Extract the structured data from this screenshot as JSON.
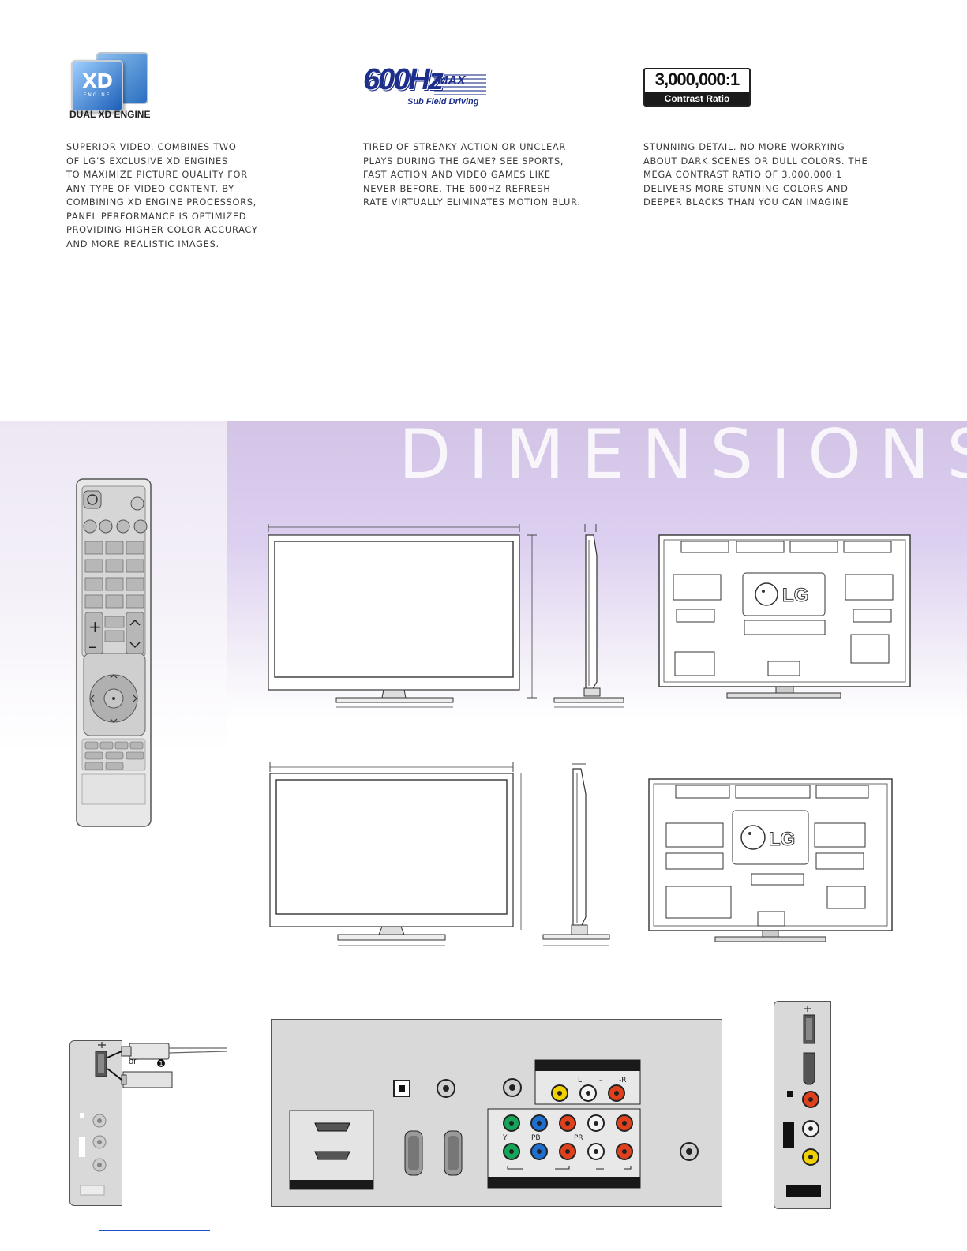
{
  "features": [
    {
      "logo_caption": "DUAL XD ENGINE",
      "logo_text": "XD",
      "logo_subtext": "ENGINE",
      "description": "SUPERIOR VIDEO. COMBINES TWO\nOF LG’S EXCLUSIVE XD ENGINES\nTO MAXIMIZE PICTURE QUALITY FOR\nANY TYPE OF VIDEO CONTENT. BY\nCOMBINING XD ENGINE PROCESSORS,\nPANEL PERFORMANCE IS OPTIMIZED\nPROVIDING HIGHER COLOR ACCURACY\nAND MORE REALISTIC IMAGES."
    },
    {
      "logo_main": "600Hz",
      "logo_max": "MAX",
      "logo_sub": "Sub Field Driving",
      "description": "TIRED OF STREAKY ACTION OR UNCLEAR\nPLAYS DURING THE GAME? SEE SPORTS,\nFAST ACTION AND VIDEO GAMES LIKE\nNEVER BEFORE. THE 600HZ REFRESH\nRATE VIRTUALLY ELIMINATES MOTION BLUR."
    },
    {
      "logo_number": "3,000,000:1",
      "logo_label": "Contrast Ratio",
      "description": "STUNNING DETAIL. NO MORE WORRYING\nABOUT DARK SCENES OR DULL COLORS. THE\nMEGA CONTRAST RATIO OF 3,000,000:1\nDELIVERS MORE STUNNING COLORS AND\nDEEPER BLACKS THAN YOU CAN IMAGINE"
    }
  ],
  "dimensions_title": "DIMENSIONS",
  "tv_brand": "LG",
  "connectors": {
    "usb_or": "or",
    "usb_step": "1",
    "audio_channels": [
      "L",
      "–",
      "-R"
    ],
    "component_labels": [
      "Y",
      "PB",
      "PR"
    ]
  },
  "colors": {
    "band_top": "#d3c4e6",
    "xd_blue": "#1b5eb8",
    "hz_blue": "#1d2f8a",
    "rca_yellow": "#f2d100",
    "rca_red": "#e0401c",
    "rca_white": "#f4f4f4",
    "rca_green": "#16a35a",
    "rca_blue": "#1f6fd0"
  }
}
